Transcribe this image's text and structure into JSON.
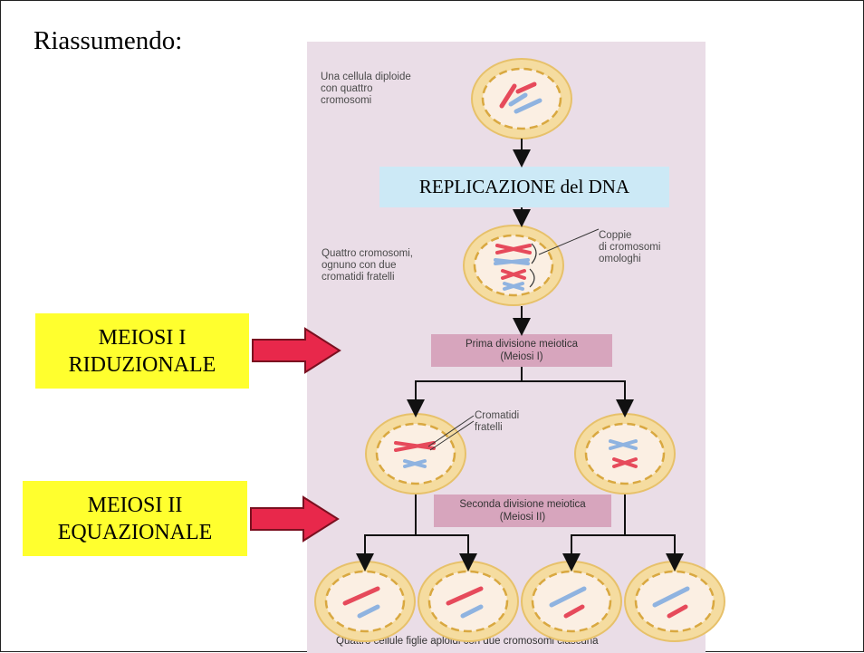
{
  "slide": {
    "title": "Riassumendo:",
    "label_cell_start": "Una cellula diploide\ncon quattro\ncromosomi",
    "replication": "REPLICAZIONE del DNA",
    "label_four_chromosomes": "Quattro cromosomi,\nognuno con due\ncromatidi fratelli",
    "label_homologous_pairs": "Coppie\ndi cromosomi\nomologhi",
    "meiosis1_box": "Prima divisione meiotica\n(Meiosi I)",
    "label_sister_chromatids": "Cromatidi\nfratelli",
    "meiosis2_box": "Seconda divisione meiotica\n(Meiosi II)",
    "bottom_caption": "Quattro cellule figlie aploidi con due cromosomi ciascuna",
    "meiosis1_label_line1": "MEIOSI I",
    "meiosis1_label_line2": "RIDUZIONALE",
    "meiosis2_label_line1": "MEIOSI II",
    "meiosis2_label_line2": "EQUAZIONALE"
  },
  "colors": {
    "panel": "#eadde7",
    "cell_outer": "#f5dca0",
    "cell_inner": "#fbefe3",
    "chromosome_red": "#e64a5b",
    "chromosome_blue": "#8fb3e0",
    "arrow_red": "#e8284b",
    "highlight_yellow": "#ffff2e"
  }
}
